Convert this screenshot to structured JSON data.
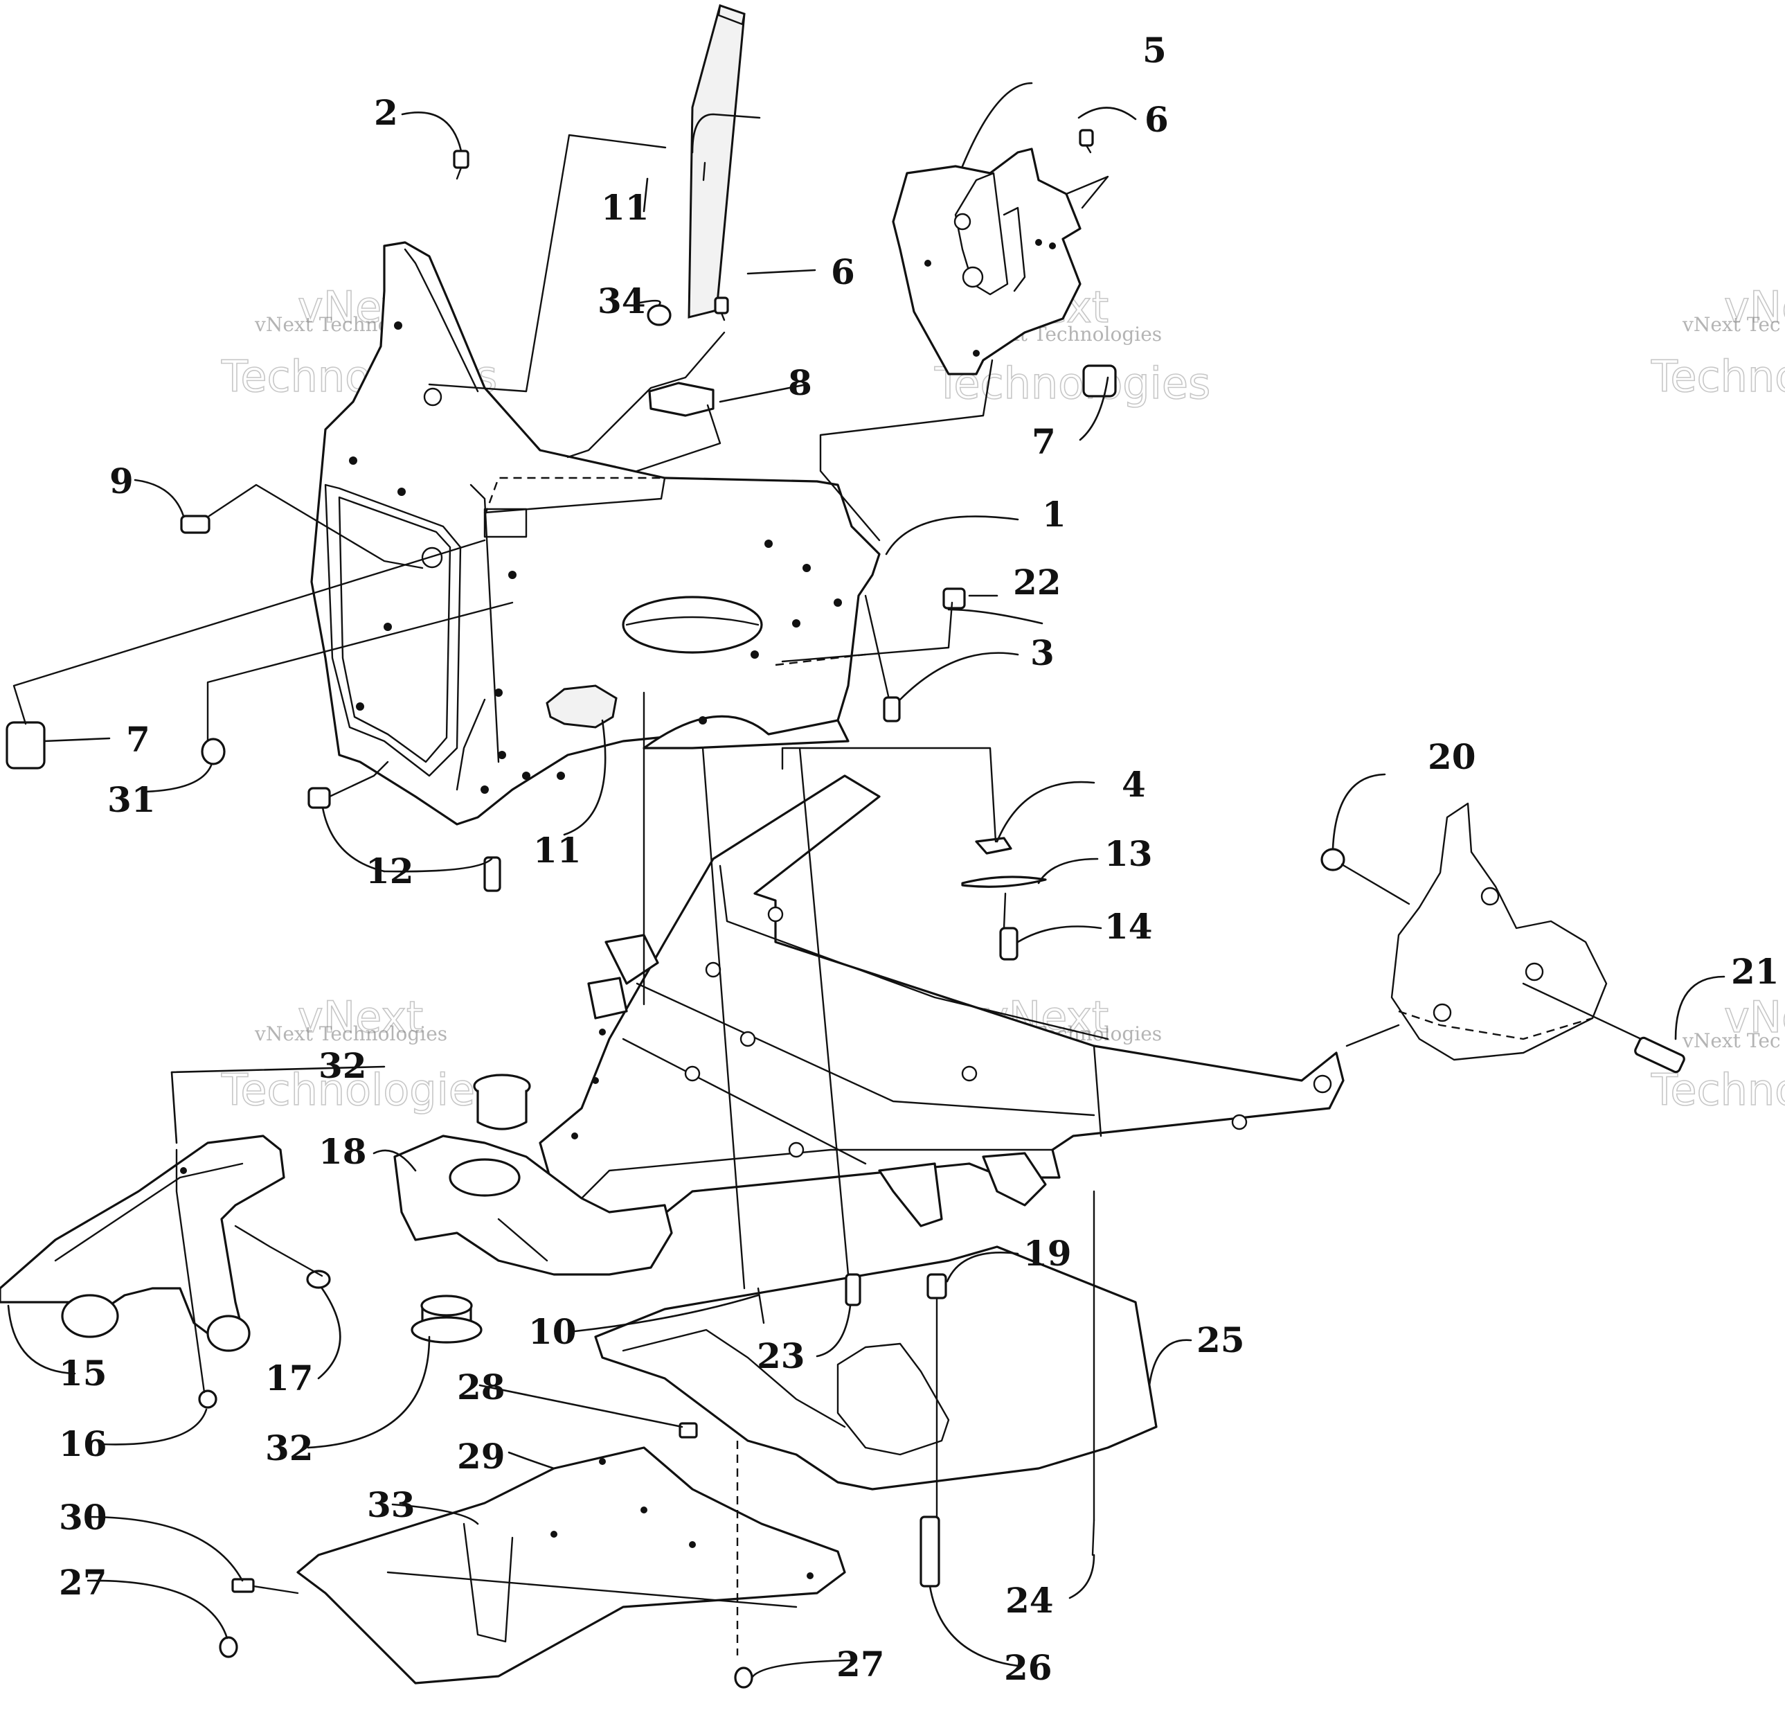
{
  "watermark": {
    "line1": "vNext Technologies",
    "word_a": "vNext",
    "word_b": "Technologies",
    "word_b_partial": "Techno",
    "line1_partial": "vNext Tec",
    "word_a_partial": "vNe"
  },
  "callouts": {
    "c1": "1",
    "c2": "2",
    "c3": "3",
    "c4": "4",
    "c5": "5",
    "c6a": "6",
    "c6b": "6",
    "c7a": "7",
    "c7b": "7",
    "c8": "8",
    "c9": "9",
    "c10": "10",
    "c11a": "11",
    "c11b": "11",
    "c12": "12",
    "c13": "13",
    "c14": "14",
    "c15": "15",
    "c16": "16",
    "c17": "17",
    "c18": "18",
    "c19": "19",
    "c20": "20",
    "c21": "21",
    "c22": "22",
    "c23": "23",
    "c24": "24",
    "c25": "25",
    "c26": "26",
    "c27a": "27",
    "c27b": "27",
    "c28": "28",
    "c29": "29",
    "c30": "30",
    "c31": "31",
    "c32a": "32",
    "c32b": "32",
    "c33": "33",
    "c34": "34"
  }
}
